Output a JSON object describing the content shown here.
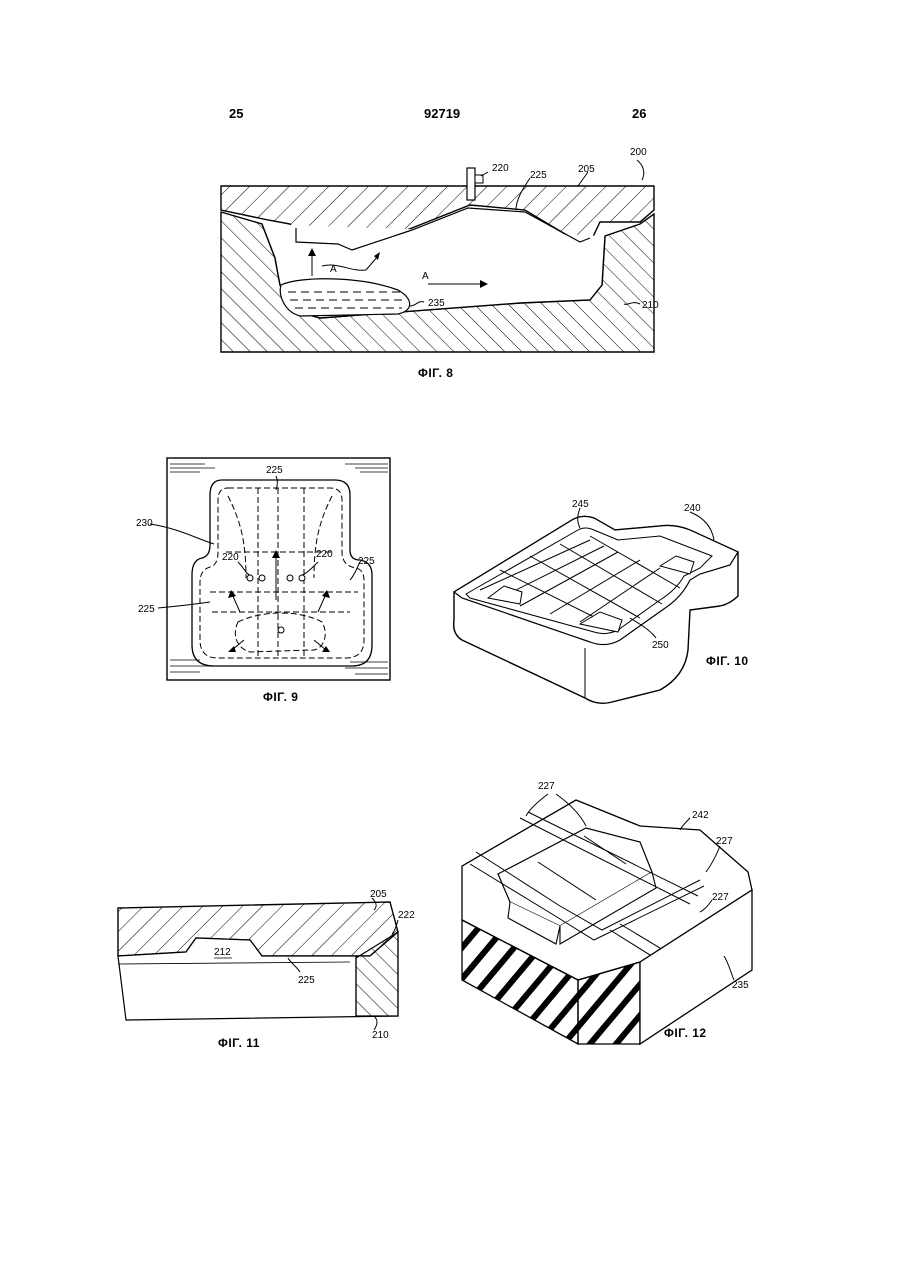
{
  "header": {
    "left_page": "25",
    "doc_number": "92719",
    "right_page": "26"
  },
  "figures": {
    "fig8": {
      "caption": "ΦΙΓ. 8",
      "refs": {
        "r200": "200",
        "r205": "205",
        "r220": "220",
        "r225": "225",
        "r210": "210",
        "r235": "235",
        "a1": "A",
        "a2": "A"
      }
    },
    "fig9": {
      "caption": "ΦΙΓ. 9",
      "refs": {
        "r225a": "225",
        "r230": "230",
        "r220a": "220",
        "r220b": "220",
        "r225b": "225",
        "r225c": "225"
      }
    },
    "fig10": {
      "caption": "ΦΙΓ. 10",
      "refs": {
        "r245": "245",
        "r240": "240",
        "r250": "250"
      }
    },
    "fig11": {
      "caption": "ΦΙΓ. 11",
      "refs": {
        "r205": "205",
        "r222": "222",
        "r212": "212",
        "r225": "225",
        "r210": "210"
      }
    },
    "fig12": {
      "caption": "ΦΙΓ. 12",
      "refs": {
        "r227a": "227",
        "r242": "242",
        "r227b": "227",
        "r227c": "227",
        "r235": "235"
      }
    }
  }
}
